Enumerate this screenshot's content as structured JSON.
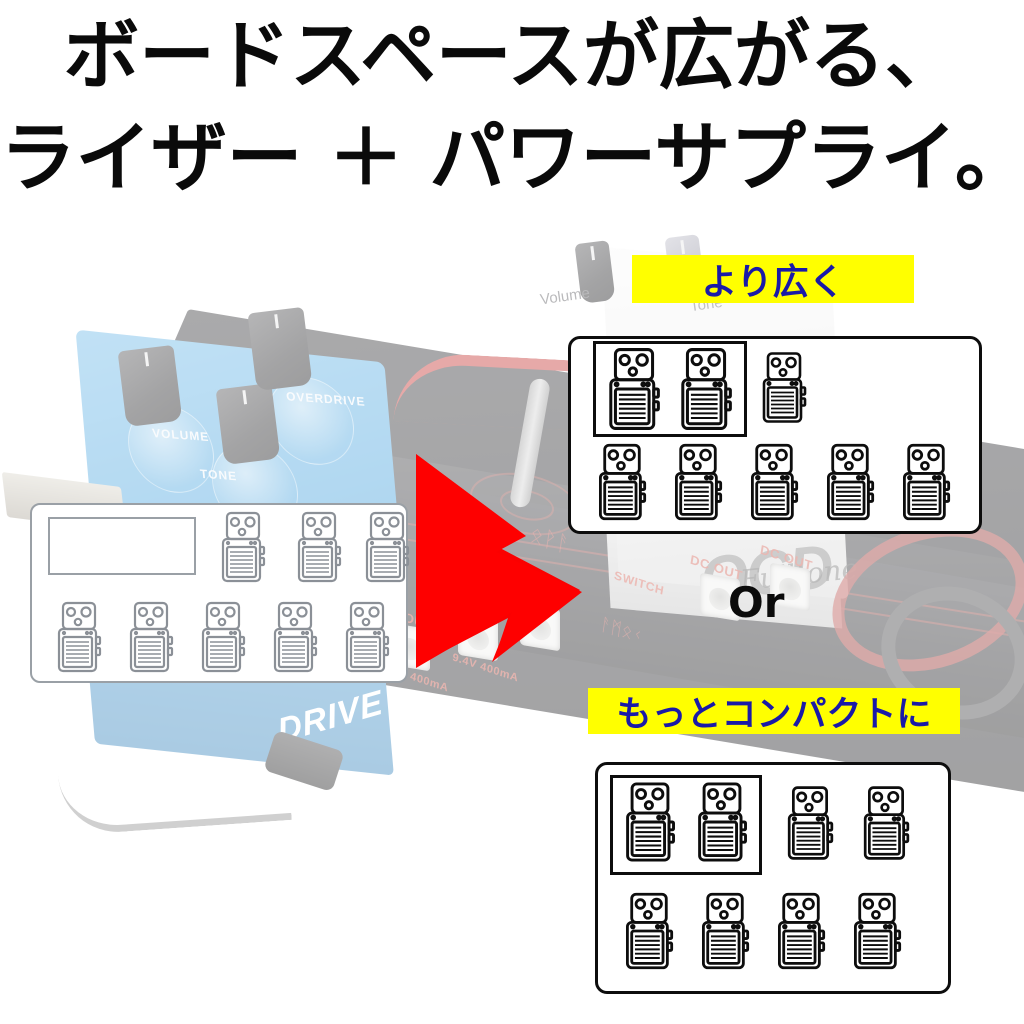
{
  "headline": {
    "line1": "ボードスペースが広がる、",
    "line2": "ライザー ＋ パワーサプライ。"
  },
  "colors": {
    "highlight_bg": "#ffff00",
    "highlight_text": "#1a1aa8",
    "arrow": "#ff0000",
    "panel_border": "#0d0d0d",
    "panel_border_soft": "#9aa0a6",
    "pedal_outline_soft": "#8b9097",
    "pedal_outline_strong": "#0d0d0d",
    "blue_pedal": "#3f9fdd"
  },
  "labels": {
    "wider": "より広く",
    "compact": "もっとコンパクトに",
    "or": "Or"
  },
  "photo": {
    "pedal_knob_labels": [
      "VOLUME",
      "TONE",
      "OVERDRIVE"
    ],
    "pedal_brand_text": "DRIVE",
    "white_pedal_brand": "OCD",
    "white_pedal_script": "Fulltone",
    "white_pedal_knobs": [
      "Volume",
      "Tone"
    ],
    "psu_port_label": "DC OUT",
    "psu_port_spec": "9.4V 400mA",
    "psu_switch_label": "SWITCH"
  },
  "panels": {
    "before": {
      "name": "before-layout",
      "has_power_supply_rect": true,
      "power_supply_rect_label": "",
      "row1_pedals": 3,
      "row2_pedals": 5,
      "total_pedals": 8,
      "style": "soft-gray"
    },
    "wider": {
      "name": "wider-layout",
      "inner_box_pedals": 2,
      "row1_extra_pedals": 1,
      "row1_pedals": 3,
      "row2_pedals": 5,
      "total_pedals": 8,
      "style": "bold-black"
    },
    "compact": {
      "name": "compact-layout",
      "inner_box_pedals": 2,
      "row1_pedals": 4,
      "row2_pedals": 4,
      "total_pedals": 8,
      "style": "bold-black"
    }
  },
  "icons": {
    "pedal": "guitar-effects-pedal-icon",
    "arrow": "right-arrow-icon",
    "power_supply": "power-supply-rect-icon"
  }
}
